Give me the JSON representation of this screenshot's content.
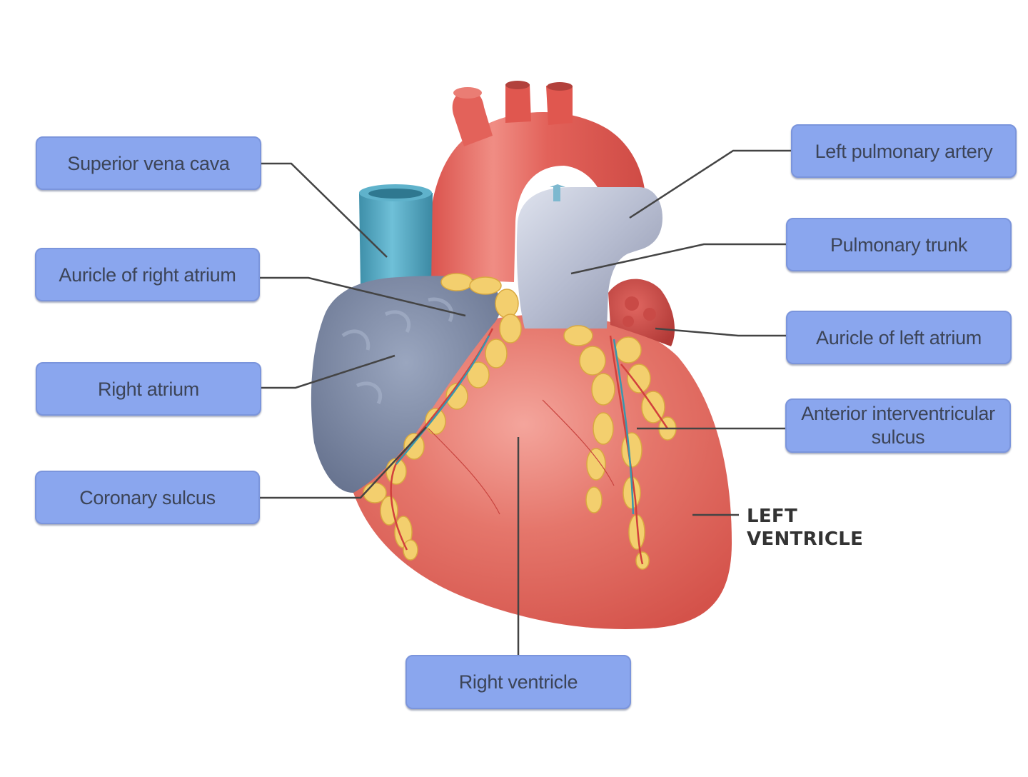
{
  "diagram": {
    "subject": "Anterior view of the heart",
    "colors": {
      "label_fill": "#8aa6ee",
      "label_border": "#7b95dc",
      "label_text": "#3c4457",
      "leader_line": "#444444",
      "myocardium": "#e2685f",
      "aorta": "#e0574f",
      "vena_cava": "#4fa2bd",
      "right_atrium": "#7b8aa6",
      "pulmonary_trunk": "#b9bfd3",
      "fat": "#f3cf6e"
    },
    "labels": {
      "superior_vena_cava": "Superior vena cava",
      "auricle_right_atrium": "Auricle of right atrium",
      "right_atrium": "Right atrium",
      "coronary_sulcus": "Coronary sulcus",
      "left_pulmonary_artery": "Left pulmonary artery",
      "pulmonary_trunk": "Pulmonary trunk",
      "auricle_left_atrium": "Auricle of left atrium",
      "anterior_interventricular_sulcus_line1": "Anterior interventricular",
      "anterior_interventricular_sulcus_line2": "sulcus",
      "right_ventricle": "Right ventricle",
      "left_ventricle_line1": "LEFT",
      "left_ventricle_line2": "VENTRICLE"
    }
  }
}
